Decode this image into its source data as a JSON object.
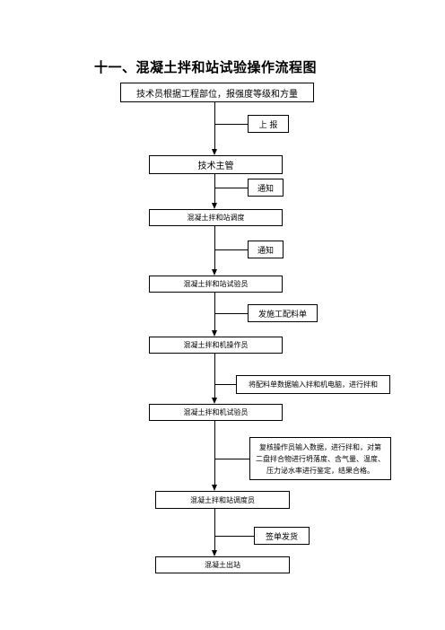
{
  "title": "十一、混凝土拌和站试验操作流程图",
  "steps": [
    "技术员根据工程部位，报强度等级和方量",
    "技术主管",
    "混凝土拌和站调度",
    "混凝土拌和站试验员",
    "混凝土拌和机操作员",
    "混凝土拌和机试验员",
    "混凝土拌和站调度员",
    "混凝土出站"
  ],
  "actions": [
    "上  报",
    "通知",
    "通知",
    "发施工配料单",
    "将配料单数据输入拌和机电脑，进行拌和",
    [
      "复核操作员输入数据，进行拌和，对第",
      "二盘拌合物进行坍落度、含气量、温度、",
      "压力泌水率进行鉴定，结果合格。"
    ],
    "签单发货"
  ],
  "colors": {
    "line": "#000000",
    "background": "#ffffff"
  }
}
